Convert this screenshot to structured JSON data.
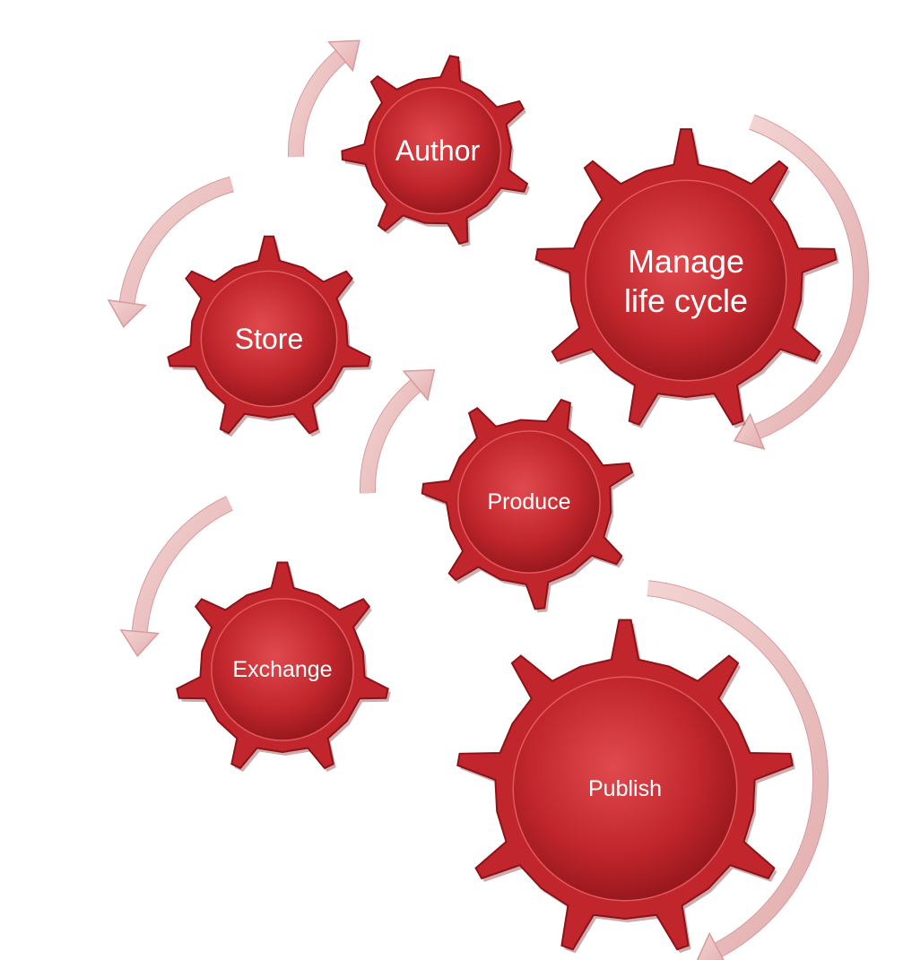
{
  "colors": {
    "gear_fill": "#c0262c",
    "gear_edge": "#8c1218",
    "gear_highlight": "#e05a5e",
    "arrow_fill": "#ecc0c0",
    "arrow_edge": "#d99a9b",
    "label": "#ffffff"
  },
  "gears": [
    {
      "id": "author",
      "lines": [
        "Author"
      ]
    },
    {
      "id": "manage",
      "lines": [
        "Manage",
        "life cycle"
      ]
    },
    {
      "id": "store",
      "lines": [
        "Store"
      ]
    },
    {
      "id": "produce",
      "lines": [
        "Produce"
      ]
    },
    {
      "id": "exchange",
      "lines": [
        "Exchange"
      ]
    },
    {
      "id": "publish",
      "lines": [
        "Publish"
      ]
    }
  ]
}
